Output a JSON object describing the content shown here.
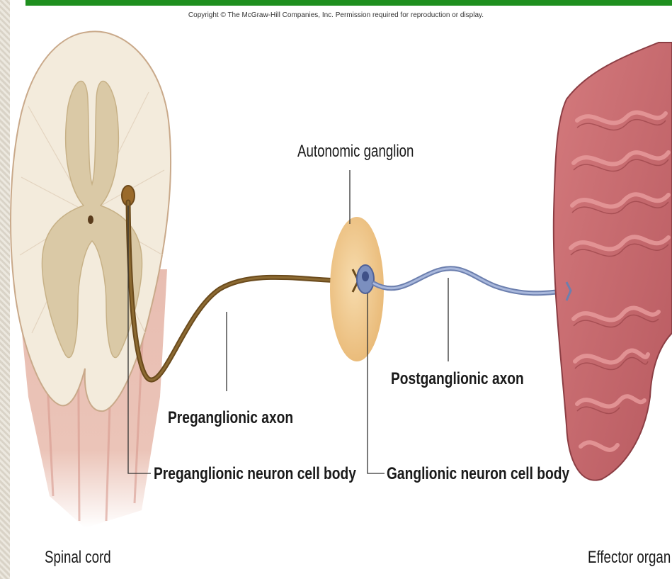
{
  "copyright": "Copyright © The McGraw-Hill Companies, Inc. Permission required for reproduction or display.",
  "labels": {
    "autonomic_ganglion": "Autonomic ganglion",
    "postganglionic_axon": "Postganglionic axon",
    "preganglionic_axon": "Preganglionic axon",
    "preganglionic_cell_body": "Preganglionic neuron cell body",
    "ganglionic_cell_body": "Ganglionic neuron cell body",
    "spinal_cord": "Spinal cord",
    "effector_organ": "Effector organ"
  },
  "colors": {
    "header_bar": "#1f8f1f",
    "preganglionic_neuron": "#7a5a22",
    "postganglionic_neuron": "#8ea2cc",
    "ganglion": "#f1c98a",
    "spinal_cord_white_matter": "#f2e9d8",
    "spinal_cord_gray_matter": "#d8c6a3",
    "spinal_cord_body": "#e6b8ad",
    "organ": "#c96b6f"
  }
}
